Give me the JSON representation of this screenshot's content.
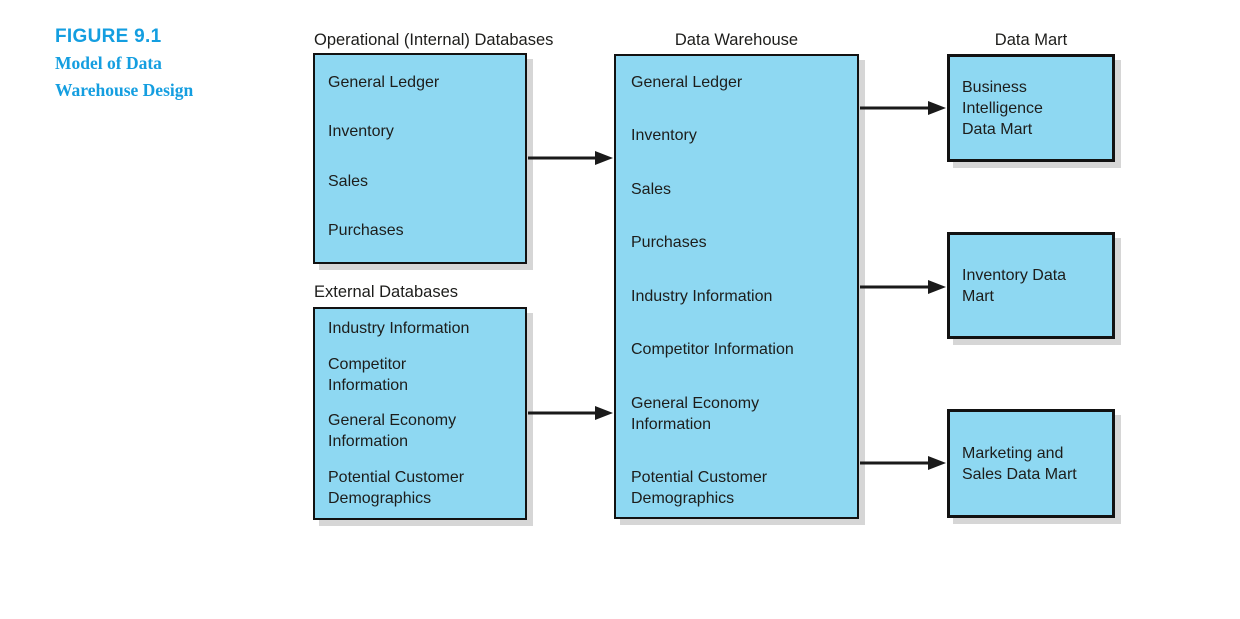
{
  "figure": {
    "number": "FIGURE 9.1",
    "title": "Model of Data Warehouse Design"
  },
  "colors": {
    "accent_blue": "#149EE0",
    "box_fill": "#8ED8F2",
    "box_border": "#121212",
    "shadow_gray": "#D6D6D6",
    "arrow_black": "#1A1A1A",
    "text": "#1D1D1B"
  },
  "operational": {
    "label": "Operational (Internal) Databases",
    "items": [
      "General Ledger",
      "Inventory",
      "Sales",
      "Purchases"
    ]
  },
  "external": {
    "label": "External Databases",
    "items": [
      "Industry Information",
      "Competitor\nInformation",
      "General Economy\nInformation",
      "Potential Customer\nDemographics"
    ]
  },
  "warehouse": {
    "label": "Data Warehouse",
    "items": [
      "General Ledger",
      "Inventory",
      "Sales",
      "Purchases",
      "Industry Information",
      "Competitor Information",
      "General Economy\nInformation",
      "Potential Customer\nDemographics"
    ]
  },
  "datamart": {
    "label": "Data Mart",
    "marts": [
      "Business\nIntelligence\nData Mart",
      "Inventory Data\nMart",
      "Marketing and\nSales Data Mart"
    ]
  }
}
